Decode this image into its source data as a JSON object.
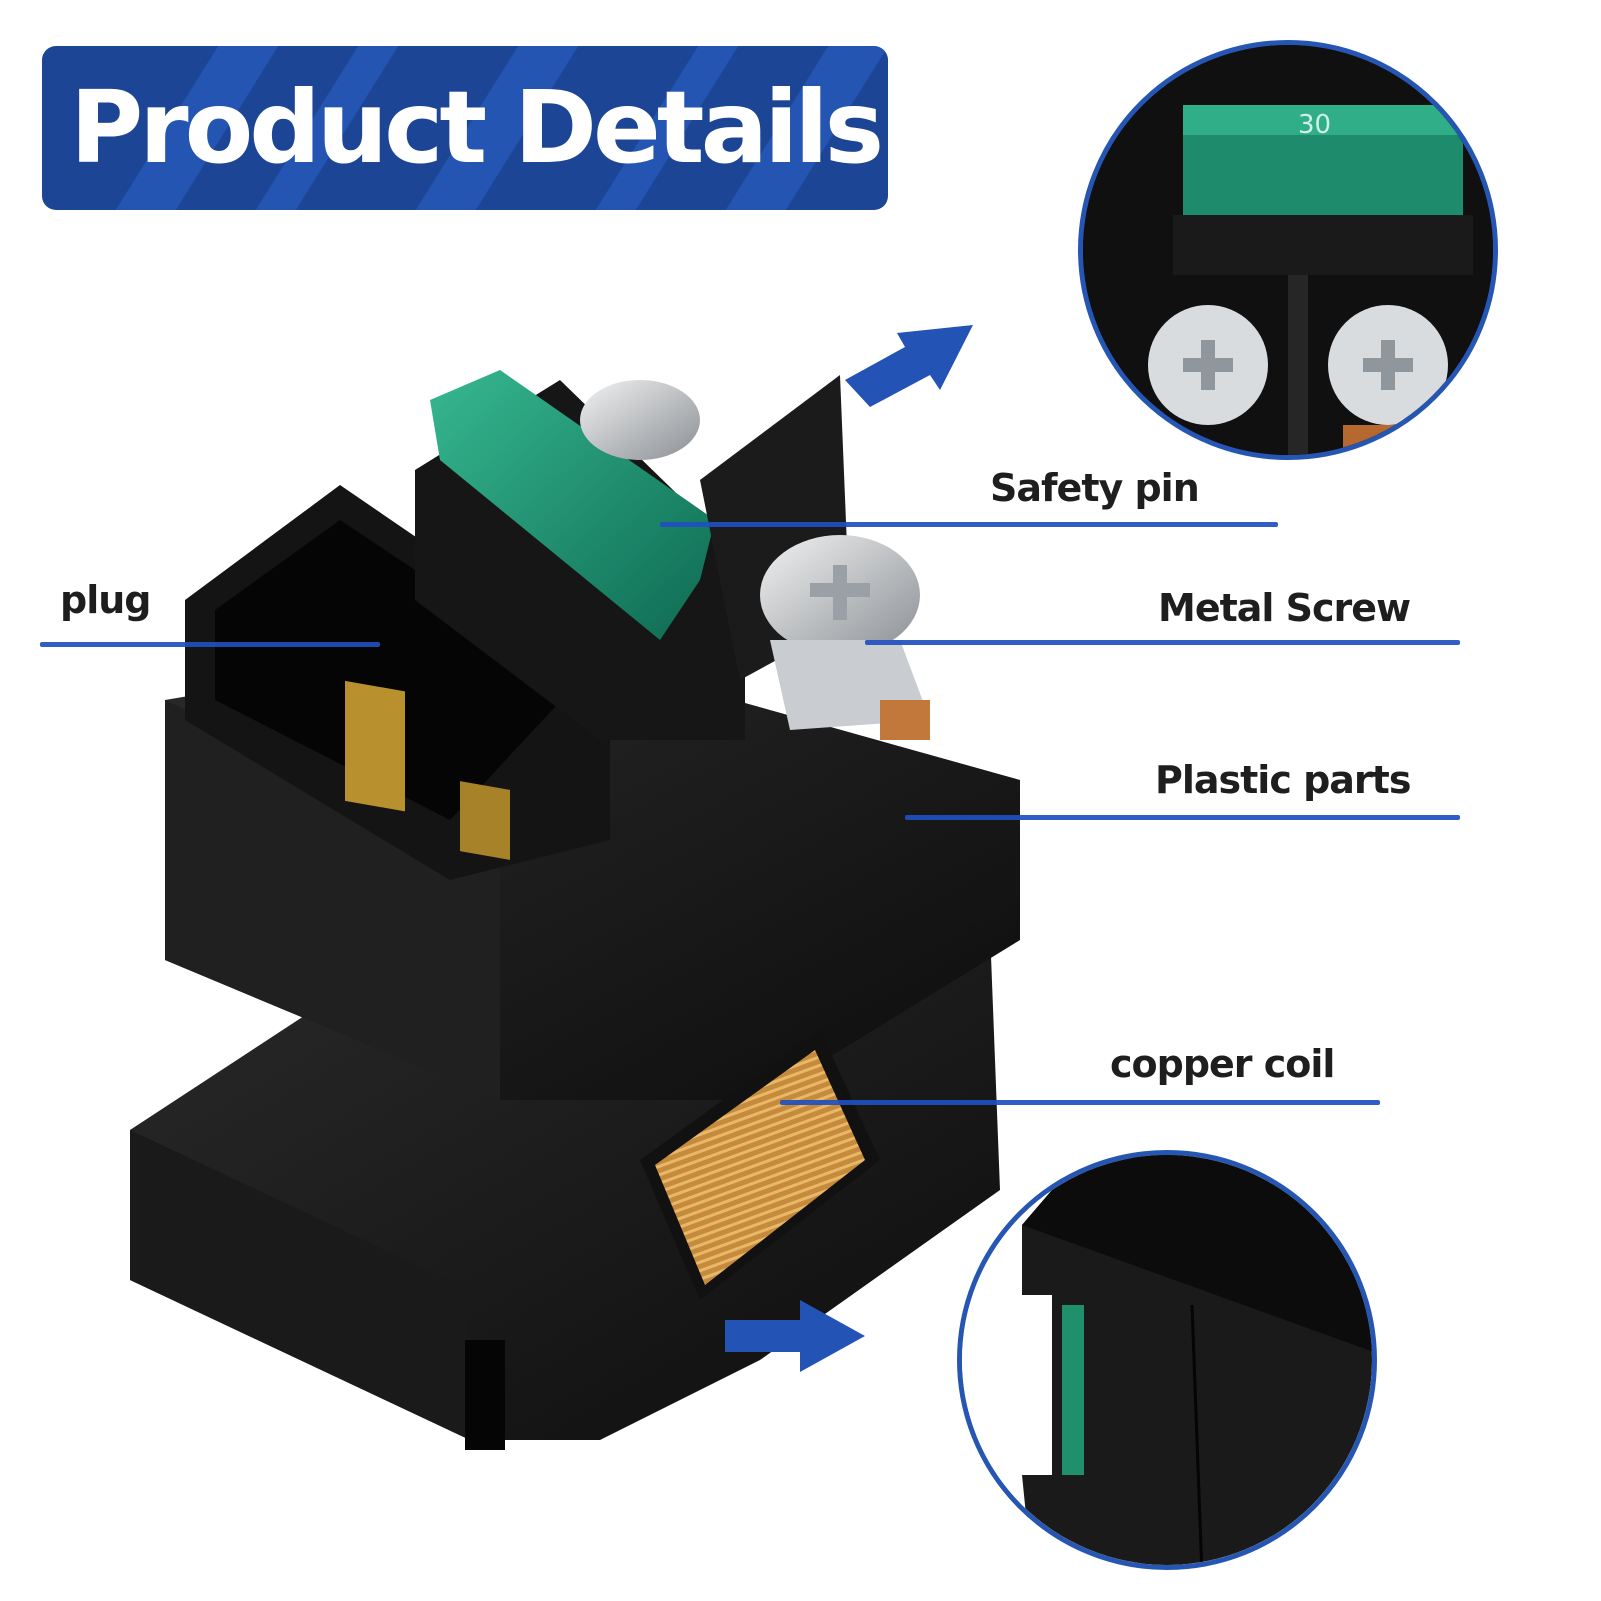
{
  "banner": {
    "title": "Product Details",
    "background_color": "#1c4595",
    "accent_color": "#2a5cc0"
  },
  "product": {
    "description": "Black plastic starter relay solenoid with green 30A blade fuse, plug terminal, metal screw terminals and copper coil",
    "fuse_rating_text": "30"
  },
  "callouts": [
    {
      "label": "Safety pin"
    },
    {
      "label": "plug"
    },
    {
      "label": "Metal Screw"
    },
    {
      "label": "Plastic parts"
    },
    {
      "label": "copper coil"
    }
  ],
  "detail_views": [
    {
      "name": "top-detail",
      "subject": "fuse and two screw terminals close-up"
    },
    {
      "name": "bottom-detail",
      "subject": "side housing slot with fuse edge close-up"
    }
  ],
  "colors": {
    "line_blue": "#1f4fbf",
    "circle_border": "#2656b3",
    "arrow_blue": "#2253b5",
    "text": "#1e1e1e",
    "fuse_green": "#1f8a6e",
    "copper": "#c58a3c"
  }
}
